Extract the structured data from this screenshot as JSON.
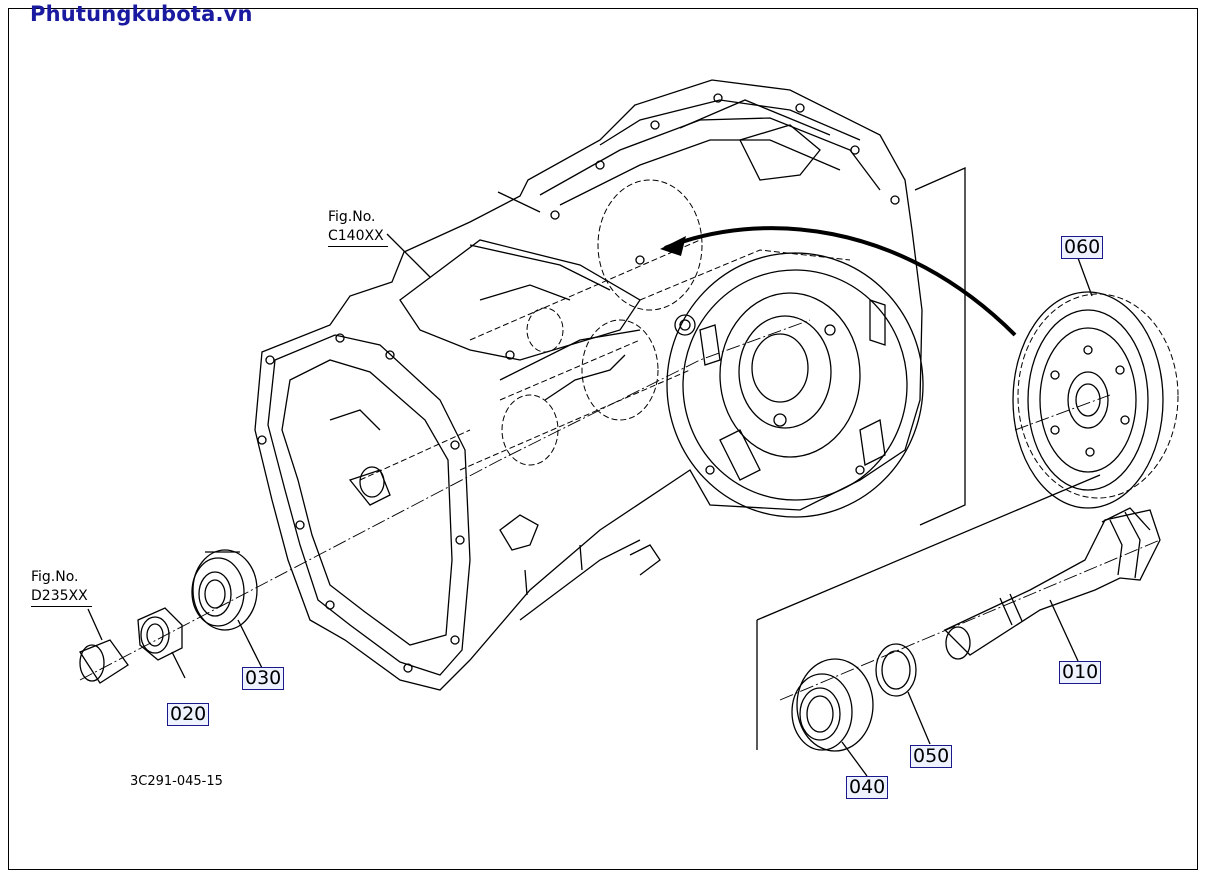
{
  "watermark": "Phutungkubota.vn",
  "fig_refs": [
    {
      "label": "Fig.No.",
      "code": "C140XX"
    },
    {
      "label": "Fig.No.",
      "code": "D235XX"
    }
  ],
  "parts": [
    "010",
    "020",
    "030",
    "040",
    "050",
    "060"
  ],
  "drawing_code": "3C291-045-15",
  "colors": {
    "watermark": "#1a1aa0",
    "line": "#000000",
    "label_border": "#1a1a8a"
  }
}
